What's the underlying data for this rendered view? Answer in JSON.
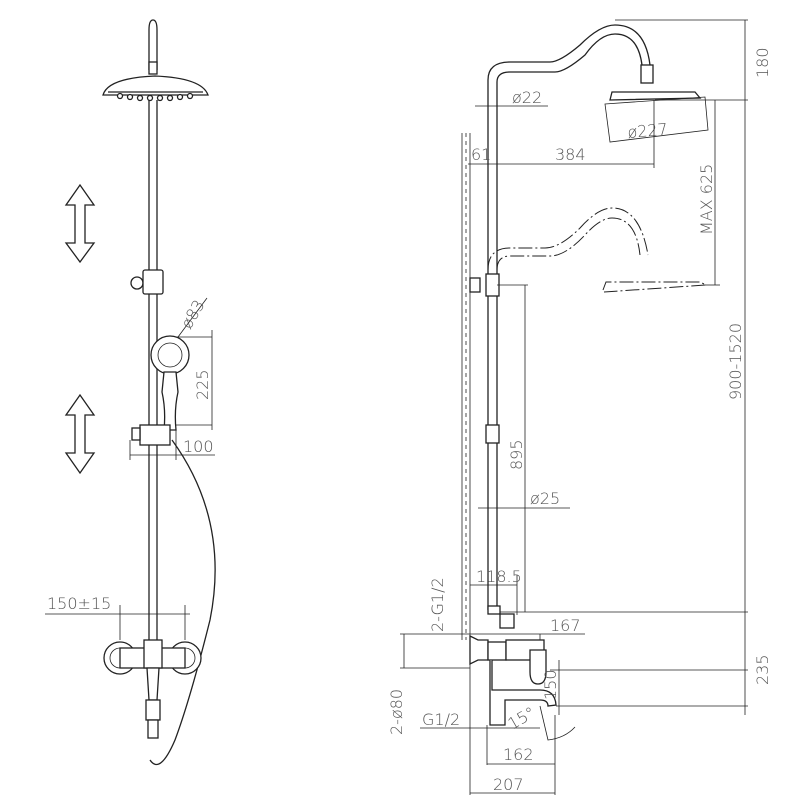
{
  "front_view": {
    "dims": {
      "handshower_diameter": "ø83",
      "handshower_height": "225",
      "handshower_offset": "100",
      "mixer_centres": "150±15"
    }
  },
  "side_view": {
    "dims": {
      "arm_height": "180",
      "pipe_diameter": "ø22",
      "head_diameter": "ø227",
      "wall_offset": "61",
      "arm_reach": "384",
      "max_adjust": "MAX 625",
      "total_height": "900-1520",
      "rail_height": "895",
      "rail_diameter": "ø25",
      "diverter_offset": "118.5",
      "mixer_projection": "167",
      "mixer_height": "235",
      "spout_drop": "150",
      "inlet_connections": "2-G1/2",
      "flange_diameter": "2-ø80",
      "outlet_thread": "G1/2",
      "spout_angle": "15°",
      "spout_projection": "162",
      "total_projection": "207"
    }
  }
}
